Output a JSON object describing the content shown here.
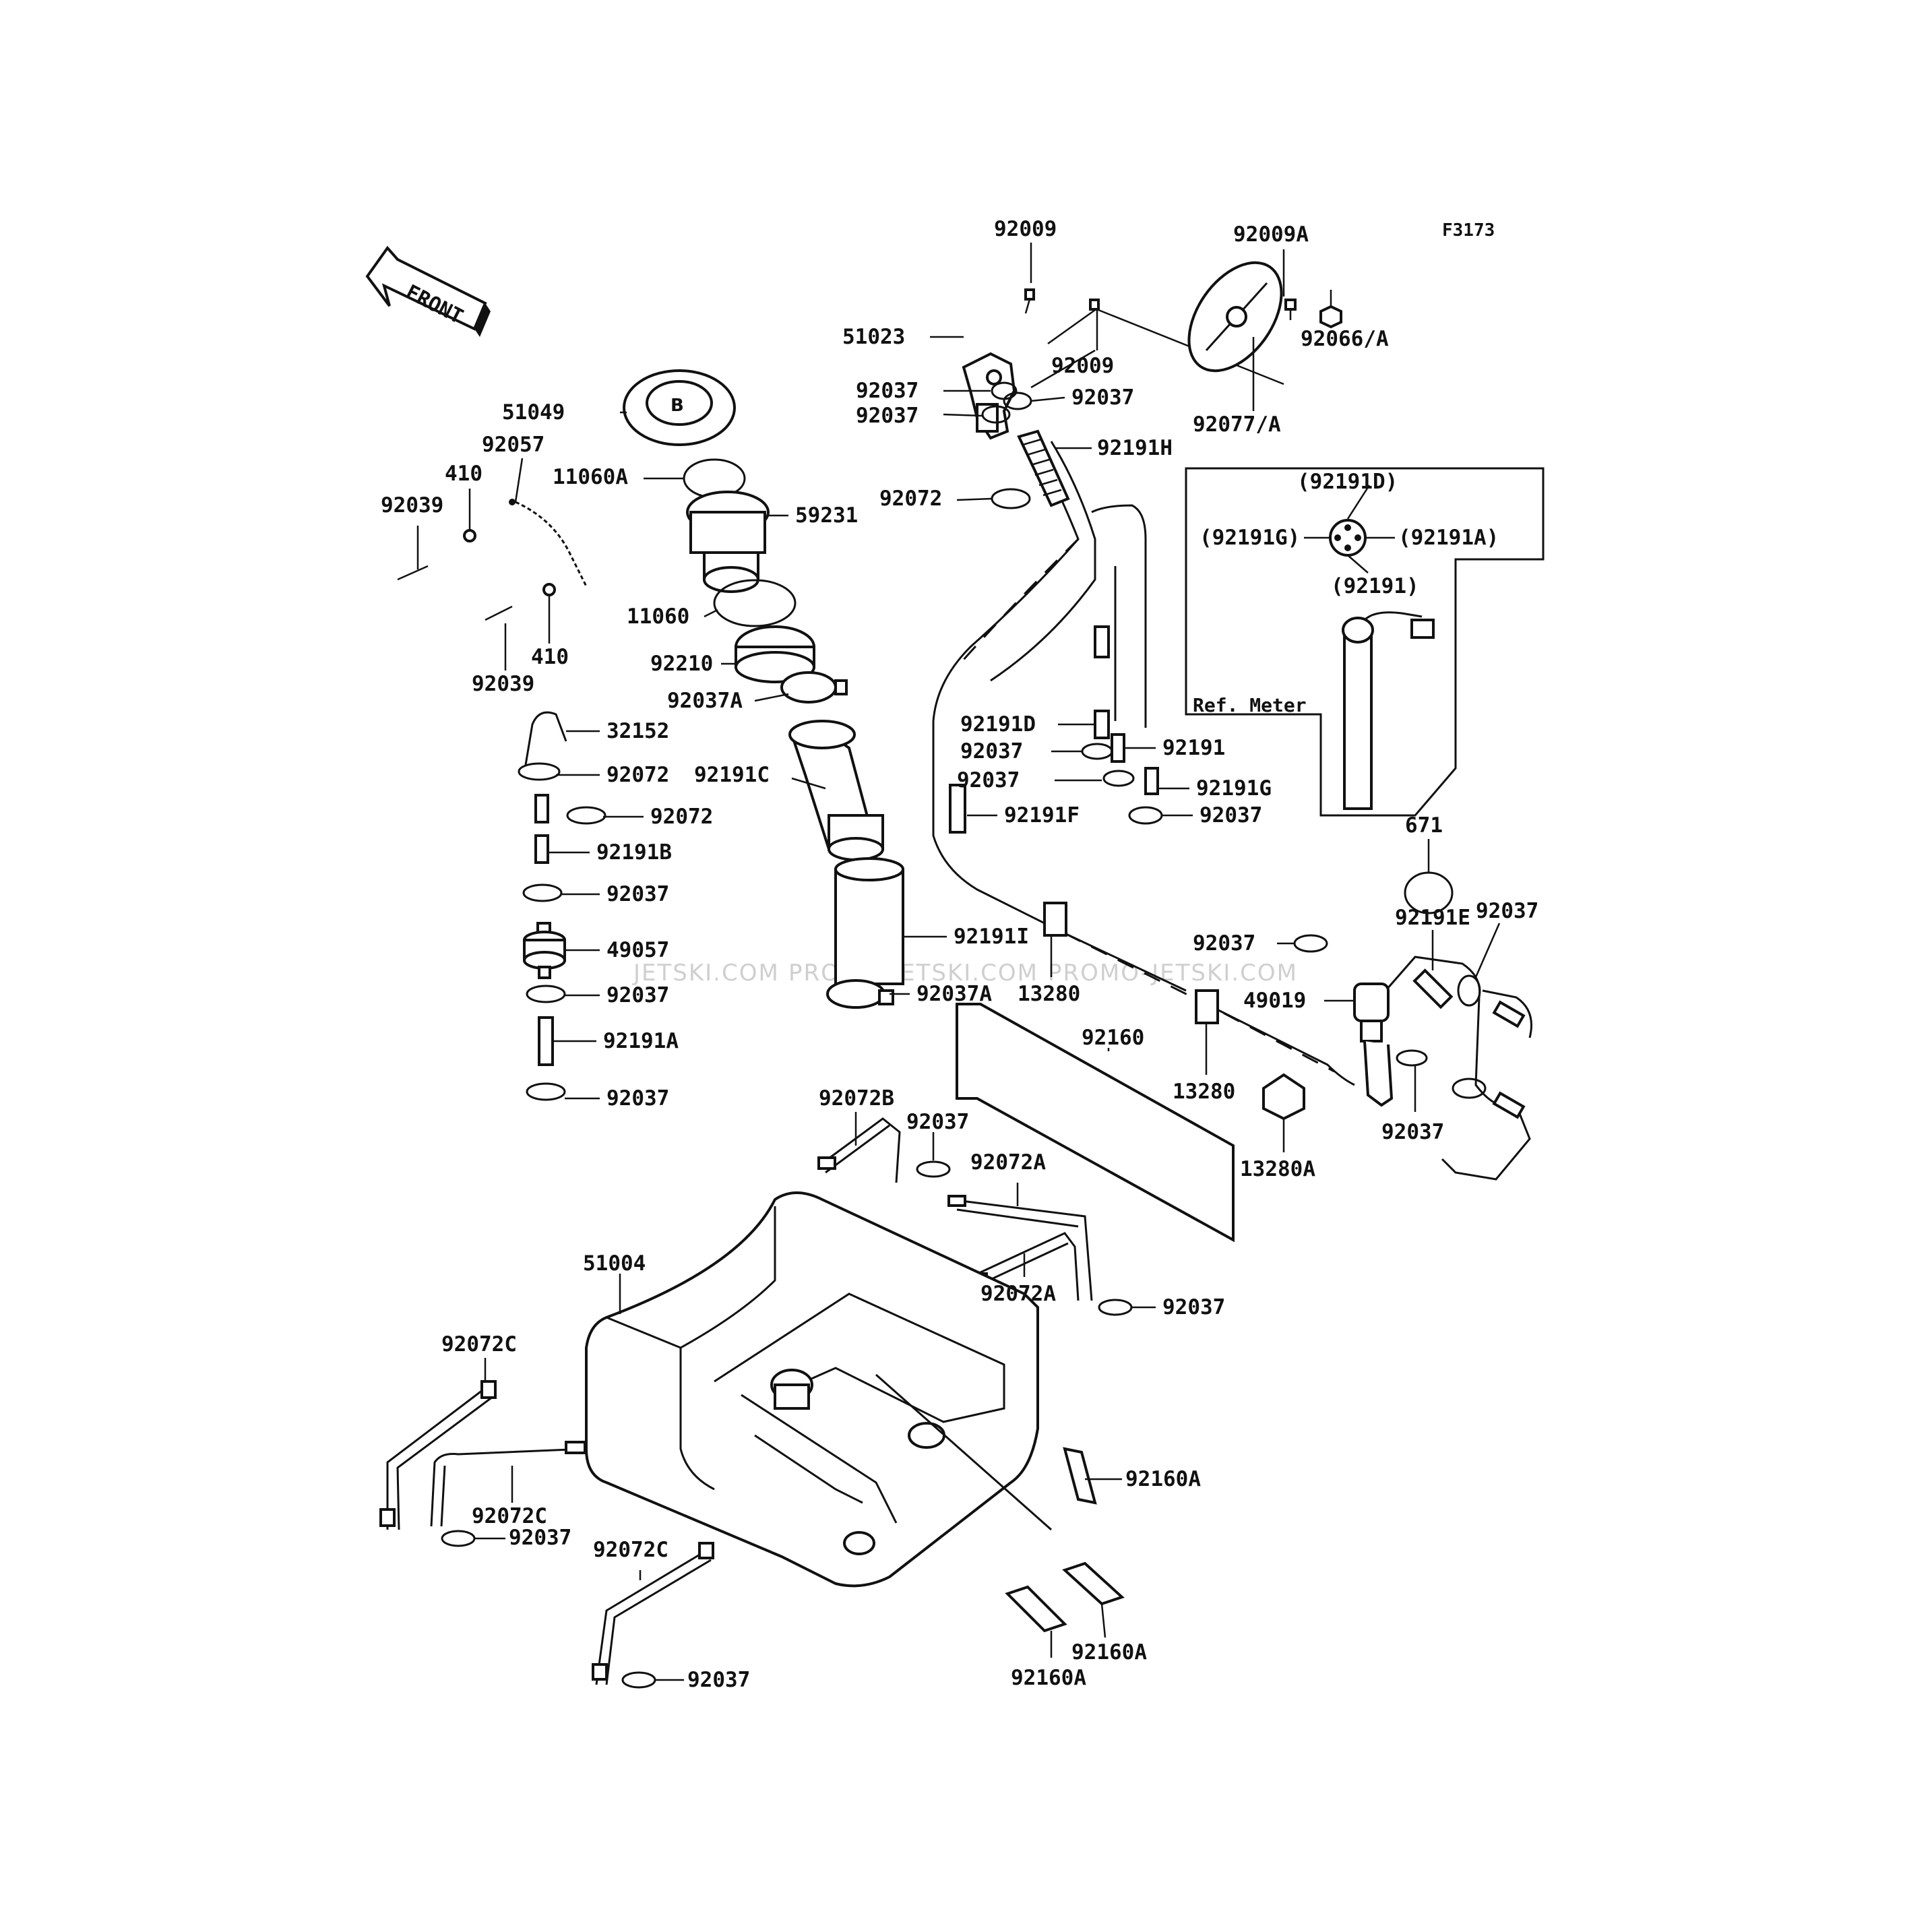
{
  "figure_code": "F3173",
  "front_marker": "FRONT",
  "watermark": [
    "JETSKI.COM",
    "PROMO-JETSKI.COM",
    "PROMO-JETSKI.COM"
  ],
  "ref_meter": "Ref. Meter",
  "callouts": {
    "c92009_top": "92009",
    "c92009A": "92009A",
    "c51023": "51023",
    "c92009_b": "92009",
    "c92066A": "92066/A",
    "c92037_a": "92037",
    "c92037_b": "92037",
    "c92037_c": "92037",
    "c92077A": "92077/A",
    "c51049": "51049",
    "c92057": "92057",
    "c410_a": "410",
    "c92191H": "92191H",
    "c92191D_p": "(92191D)",
    "c11060A": "11060A",
    "c92039_a": "92039",
    "c59231": "59231",
    "c92072_top": "92072",
    "c92191G_p": "(92191G)",
    "c92191A_p": "(92191A)",
    "c92191_p": "(92191)",
    "c11060": "11060",
    "c410_b": "410",
    "c92210": "92210",
    "c92039_b": "92039",
    "c92037A_a": "92037A",
    "c32152": "32152",
    "c92191D": "92191D",
    "c92037_d": "92037",
    "c92191": "92191",
    "c92072_b": "92072",
    "c92191C": "92191C",
    "c92037_e": "92037",
    "c92191G": "92191G",
    "c92072_c": "92072",
    "c92191F": "92191F",
    "c92037_f": "92037",
    "c671": "671",
    "c92191B": "92191B",
    "c92037_g": "92037",
    "c92037_h": "92037",
    "c92191E": "92191E",
    "c49057": "49057",
    "c92191I": "92191I",
    "c92037_i": "92037",
    "c92037_j": "92037",
    "c92037A_b": "92037A",
    "c13280_a": "13280",
    "c49019": "49019",
    "c92160": "92160",
    "c92191A": "92191A",
    "c13280_b": "13280",
    "c92037_k": "92037",
    "c92072B": "92072B",
    "c92037_l": "92037",
    "c13280A": "13280A",
    "c92072A_a": "92072A",
    "c51004": "51004",
    "c92072A_b": "92072A",
    "c92037_m": "92037",
    "c92072C_a": "92072C",
    "c92160A_a": "92160A",
    "c92072C_b": "92072C",
    "c92037_n": "92037",
    "c92072C_c": "92072C",
    "c92160A_b": "92160A",
    "c92037_o": "92037",
    "c92160A_c": "92160A"
  }
}
